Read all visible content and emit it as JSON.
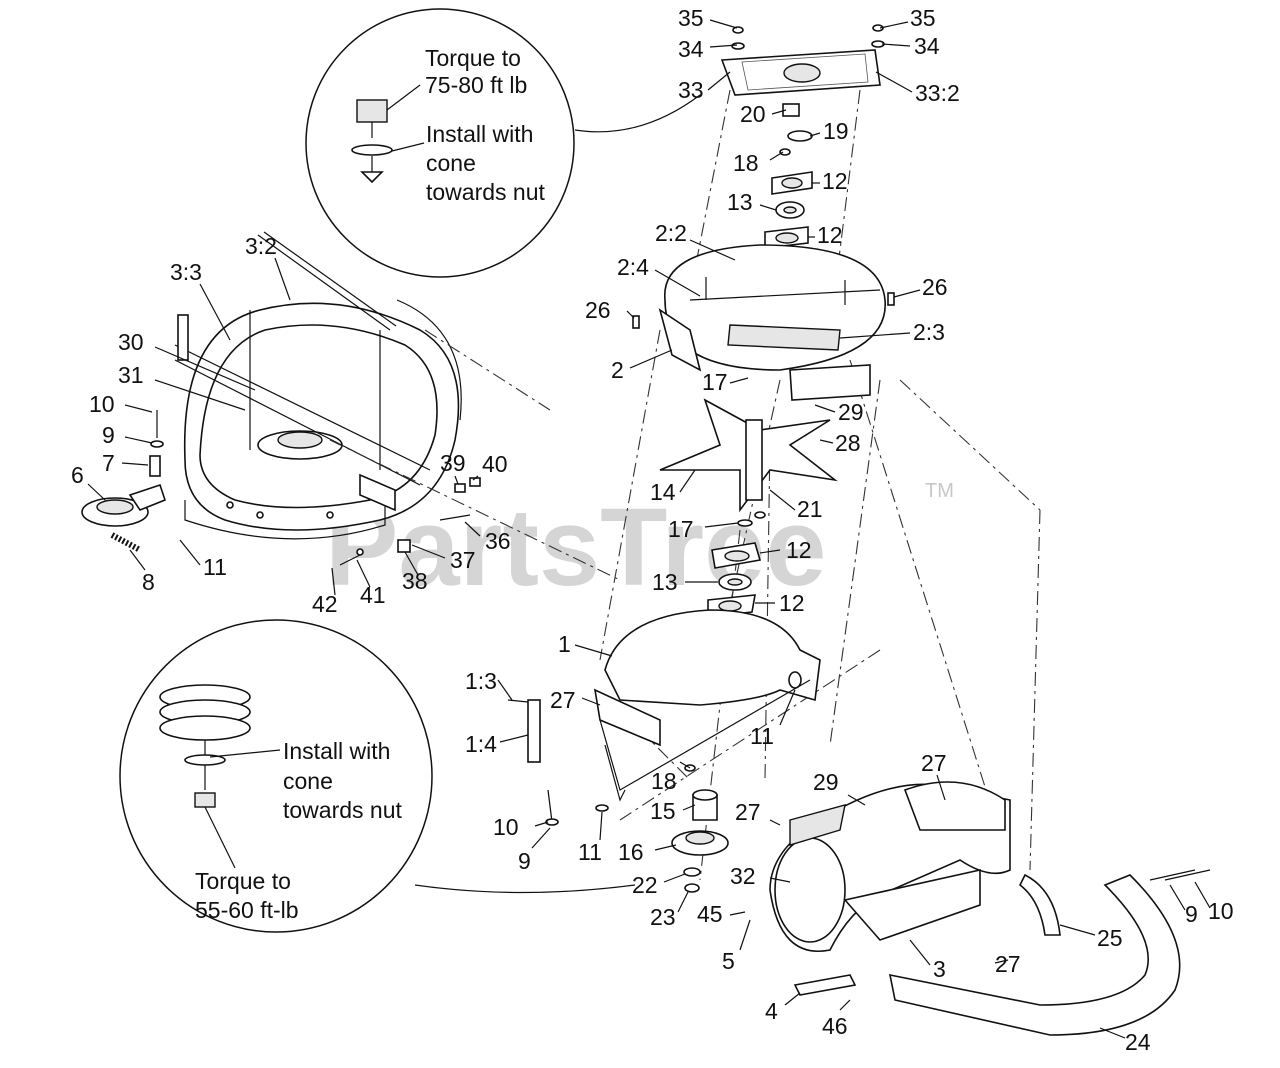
{
  "watermark": {
    "text": "PartsTree",
    "tm": "TM"
  },
  "notes": {
    "top_torque": [
      "Torque to",
      "75-80 ft lb"
    ],
    "top_install": [
      "Install with",
      "cone",
      "towards nut"
    ],
    "bottom_install": [
      "Install with",
      "cone",
      "towards nut"
    ],
    "bottom_torque": [
      "Torque to",
      "55-60 ft-lb"
    ]
  },
  "callouts": [
    "35",
    "34",
    "33",
    "20",
    "18",
    "13",
    "2:2",
    "2:4",
    "26",
    "2",
    "17",
    "14",
    "17",
    "13",
    "1",
    "1:3",
    "27",
    "1:4",
    "10",
    "9",
    "11",
    "18",
    "15",
    "16",
    "22",
    "23",
    "45",
    "5",
    "4",
    "46",
    "3",
    "27",
    "25",
    "24",
    "10",
    "9",
    "35",
    "34",
    "33:2",
    "19",
    "12",
    "12",
    "26",
    "2:3",
    "29",
    "28",
    "21",
    "12",
    "12",
    "11",
    "29",
    "27",
    "27",
    "32",
    "3:2",
    "3:3",
    "30",
    "31",
    "10",
    "9",
    "7",
    "6",
    "8",
    "11",
    "39",
    "40",
    "36",
    "37",
    "38",
    "41",
    "42"
  ]
}
